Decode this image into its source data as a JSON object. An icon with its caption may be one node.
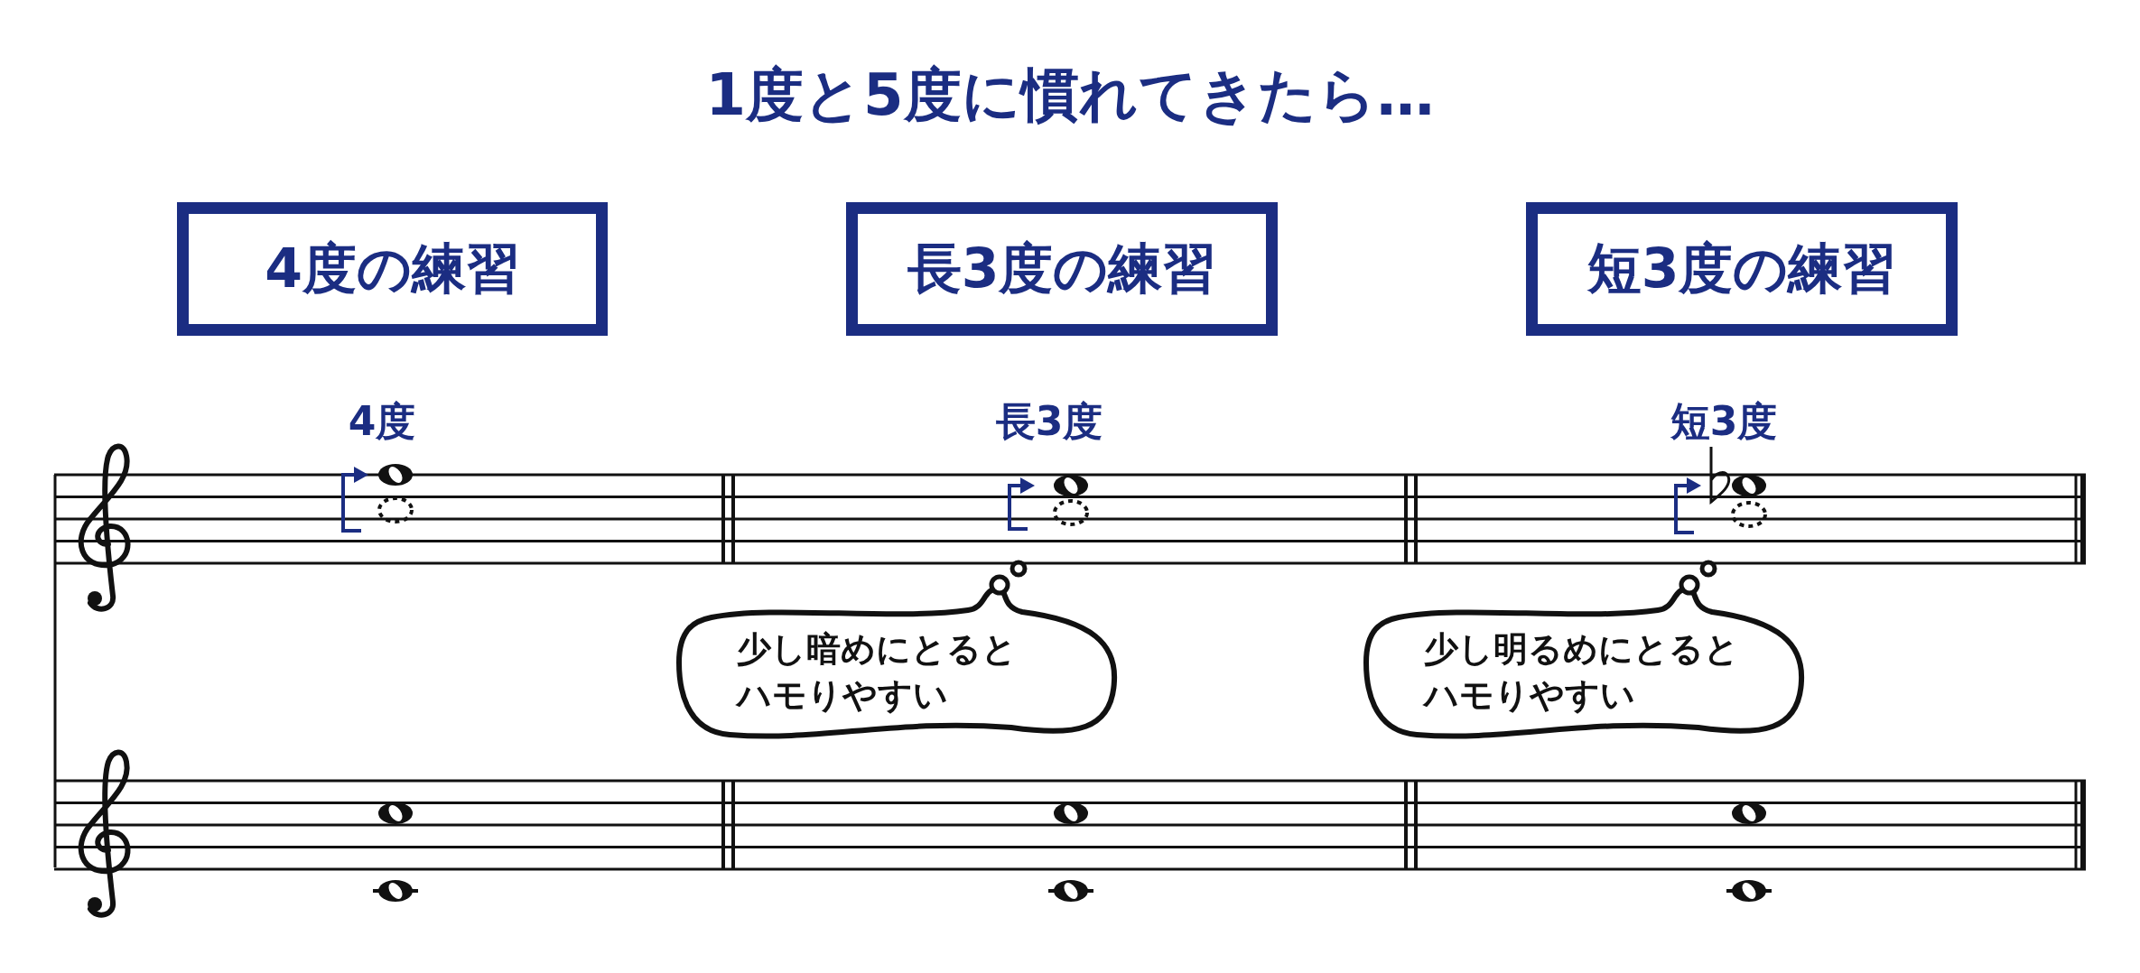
{
  "diagram": {
    "title": "1度と5度に慣れてきたら…",
    "nodes": [
      {
        "text": [
          "4度の練習"
        ]
      },
      {
        "text": [
          "長3度の練習"
        ]
      },
      {
        "text": [
          "短3度の練習"
        ]
      },
      {
        "text": [
          "少し暗めにとるとハモりやすい"
        ]
      },
      {
        "text": [
          "少し明るめにとるとハモりやすい"
        ]
      }
    ],
    "labels": [
      "4度",
      "長3度",
      "短3度"
    ]
  }
}
